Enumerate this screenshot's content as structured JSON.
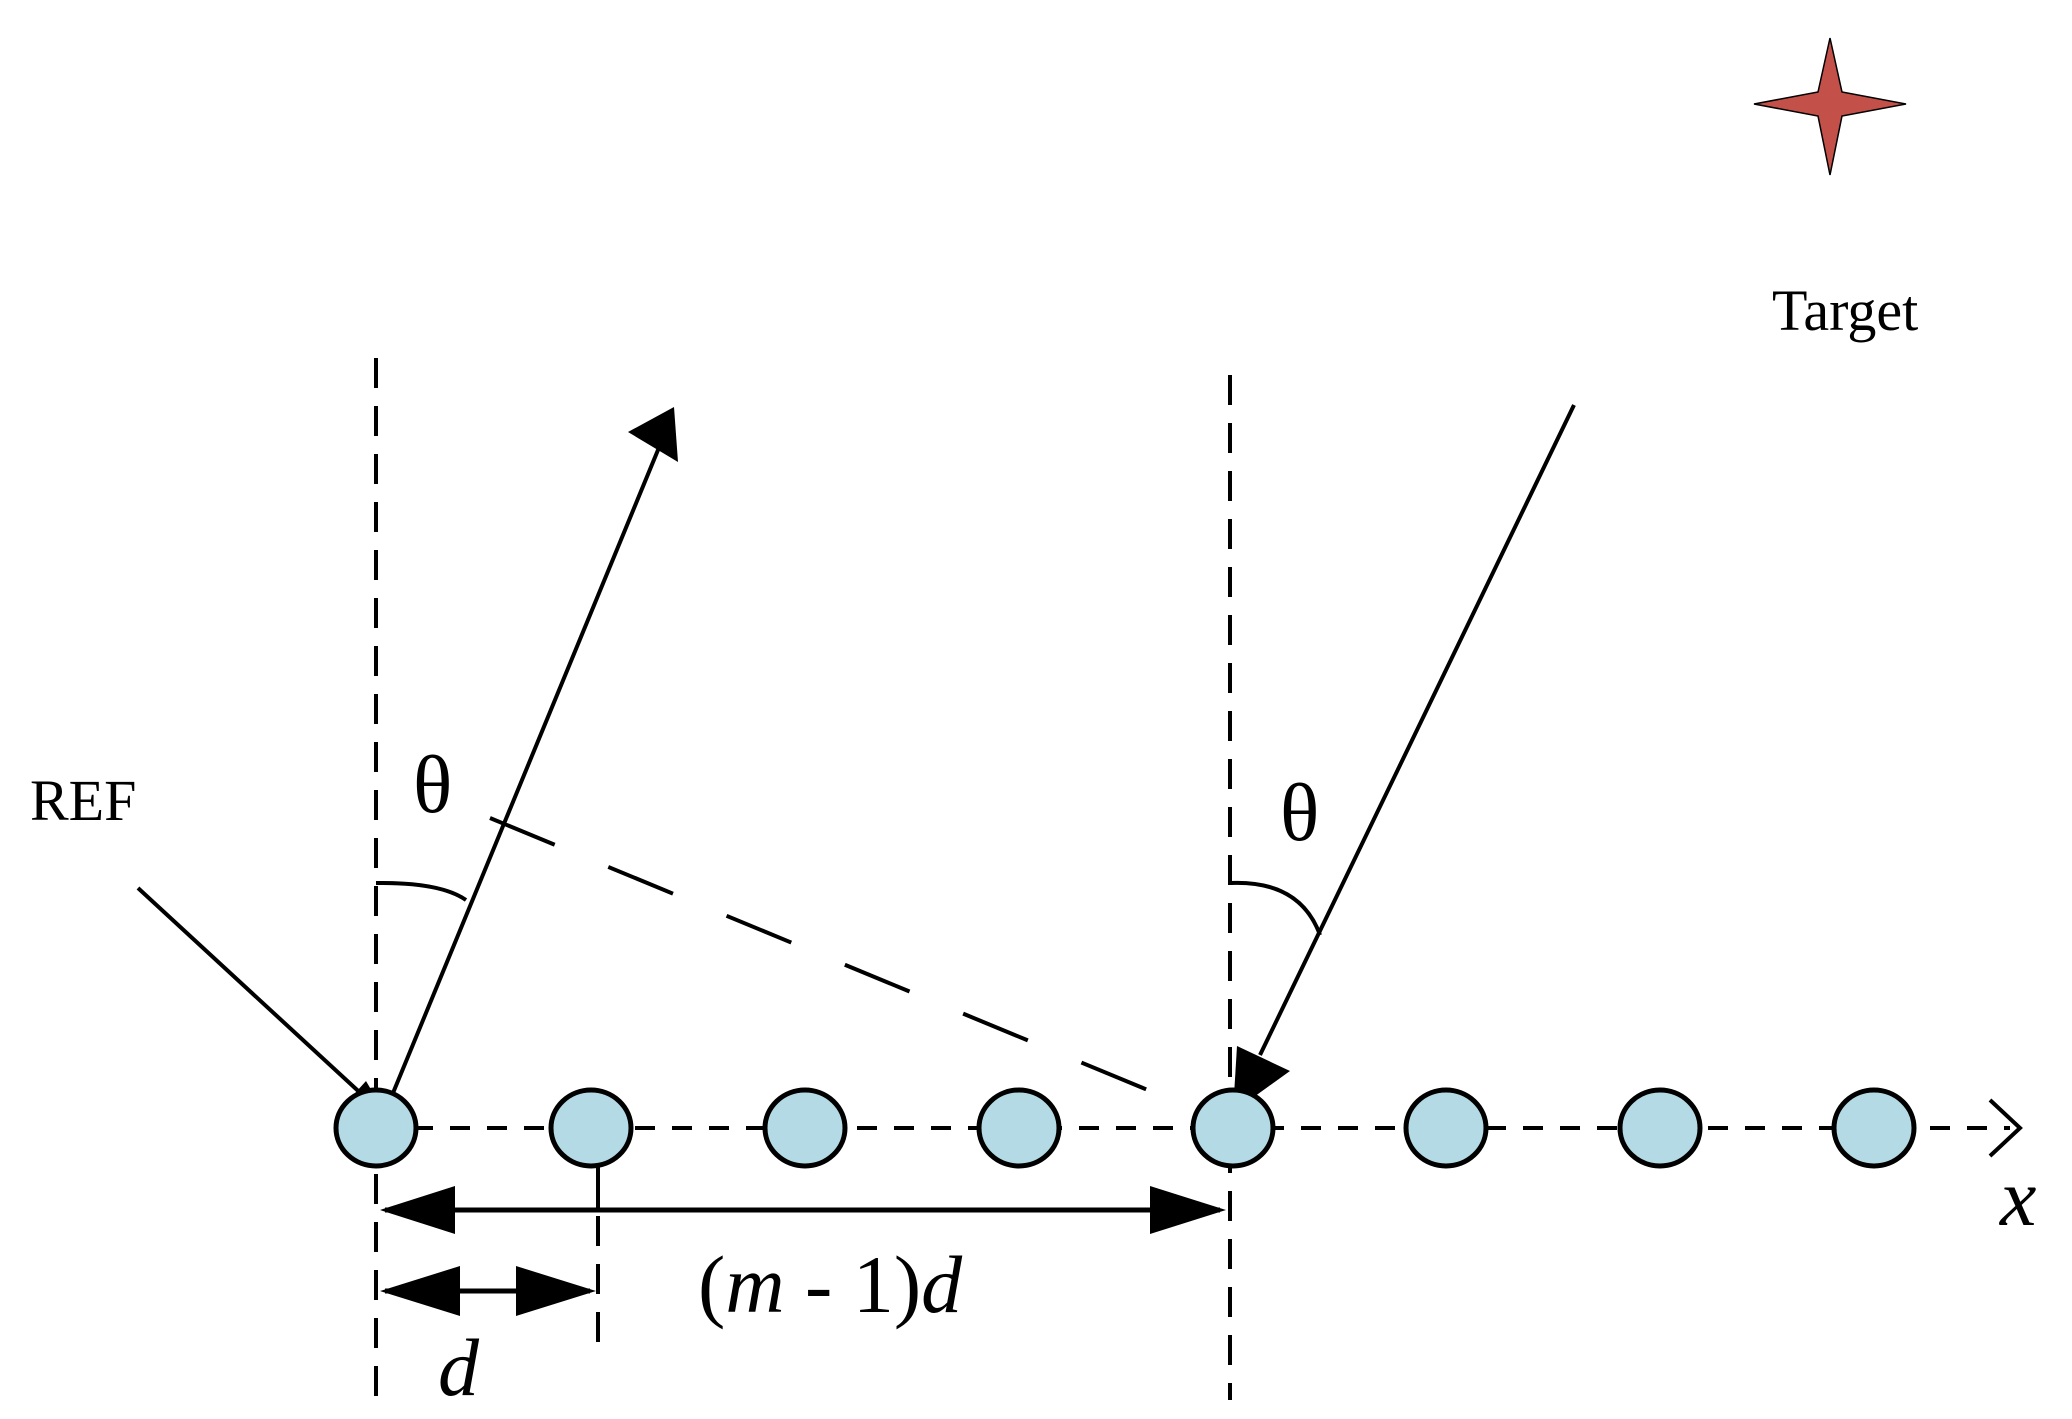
{
  "labels": {
    "target": "Target",
    "ref": "REF",
    "theta": "θ",
    "x_axis": "x",
    "spacing": "d",
    "span_open": "(",
    "span_m": "m",
    "span_minus_one": " - 1)",
    "span_d": "d"
  },
  "array": {
    "element_count": 8,
    "reference_index": 0,
    "steered_index": 4
  },
  "colors": {
    "element_fill": "#b4dbe5",
    "target_fill": "#c4504a",
    "stroke": "#000000"
  },
  "icons": {
    "target": "four-point-star-icon"
  }
}
